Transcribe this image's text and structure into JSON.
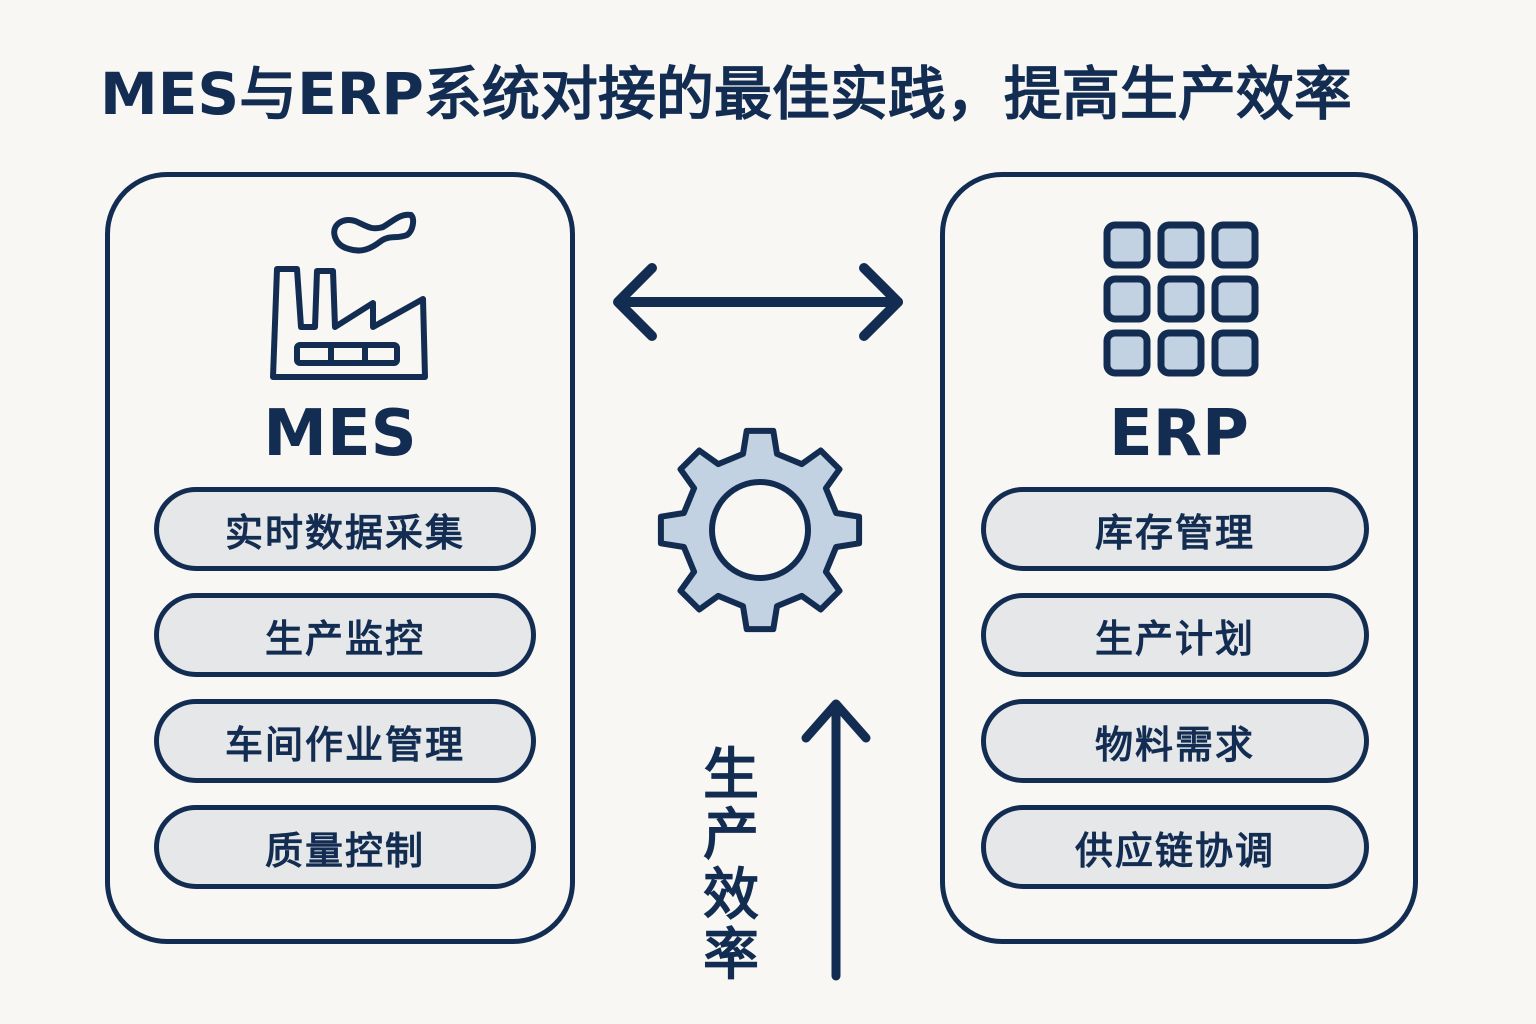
{
  "title": "MES与ERP系统对接的最佳实践，提高生产效率",
  "colors": {
    "primary": "#132d52",
    "accent_fill": "#c3d2e2",
    "pill_fill": "#e6e7e8",
    "background": "#f8f7f4"
  },
  "mes": {
    "label": "MES",
    "icon": "factory-icon",
    "items": [
      {
        "label": "实时数据采集"
      },
      {
        "label": "生产监控"
      },
      {
        "label": "车间作业管理"
      },
      {
        "label": "质量控制"
      }
    ]
  },
  "erp": {
    "label": "ERP",
    "icon": "grid-icon",
    "items": [
      {
        "label": "库存管理"
      },
      {
        "label": "生产计划"
      },
      {
        "label": "物料需求"
      },
      {
        "label": "供应链协调"
      }
    ]
  },
  "center": {
    "connector_icon": "double-arrow-icon",
    "integration_icon": "gear-icon",
    "efficiency_icon": "arrow-up-icon",
    "efficiency_label_chars": [
      "生",
      "产",
      "效",
      "率"
    ]
  }
}
